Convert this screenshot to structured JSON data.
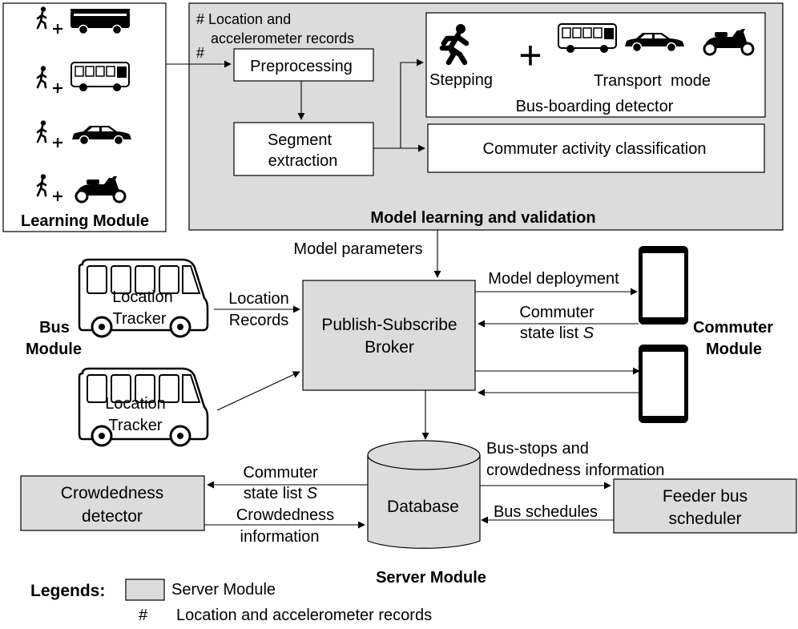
{
  "learning_module": {
    "title": "Learning Module",
    "rows": [
      {
        "icons": [
          "walker-icon",
          "plus-icon",
          "bus-icon"
        ]
      },
      {
        "icons": [
          "walker-icon",
          "plus-icon",
          "minibus-icon"
        ]
      },
      {
        "icons": [
          "walker-icon",
          "plus-icon",
          "car-icon"
        ]
      },
      {
        "icons": [
          "walker-icon",
          "plus-icon",
          "scooter-icon"
        ]
      }
    ]
  },
  "model_learning": {
    "title": "Model learning and validation",
    "hash_symbol": "#",
    "hash_note_line1": "# Location and",
    "hash_note_line2": "accelerometer records",
    "preprocessing": "Preprocessing",
    "segment_line1": "Segment",
    "segment_line2": "extraction",
    "stepping": "Stepping",
    "plus": "+",
    "transport_mode": "Transport  mode",
    "bus_boarding": "Bus-boarding detector",
    "commuter_activity": "Commuter activity classification"
  },
  "middle": {
    "model_parameters": "Model parameters",
    "bus_module_line1": "Bus",
    "bus_module_line2": "Module",
    "location_tracker_line1": "Location",
    "location_tracker_line2": "Tracker",
    "location_records_line1": "Location",
    "location_records_line2": "Records",
    "broker_line1": "Publish-Subscribe",
    "broker_line2": "Broker",
    "model_deployment": "Model deployment",
    "commuter_state_line1": "Commuter",
    "commuter_state_line2": "state list S",
    "commuter_module_line1": "Commuter",
    "commuter_module_line2": "Module"
  },
  "server": {
    "database": "Database",
    "crowd_detector_line1": "Crowdedness",
    "crowd_detector_line2": "detector",
    "commuter_state_line1": "Commuter",
    "commuter_state_line2": "state list S",
    "crowd_info_line1": "Crowdedness",
    "crowd_info_line2": "information",
    "busstops_line1": "Bus-stops and",
    "busstops_line2": "crowdedness information",
    "bus_schedules": "Bus schedules",
    "feeder_line1": "Feeder bus",
    "feeder_line2": "scheduler",
    "title": "Server Module"
  },
  "legend": {
    "label": "Legends:",
    "server_module": "Server Module",
    "hash_symbol": "#",
    "hash_meaning": "Location and accelerometer records"
  },
  "colors": {
    "server_fill": "#dcdcdc",
    "stroke": "#000000",
    "background": "#ffffff"
  }
}
